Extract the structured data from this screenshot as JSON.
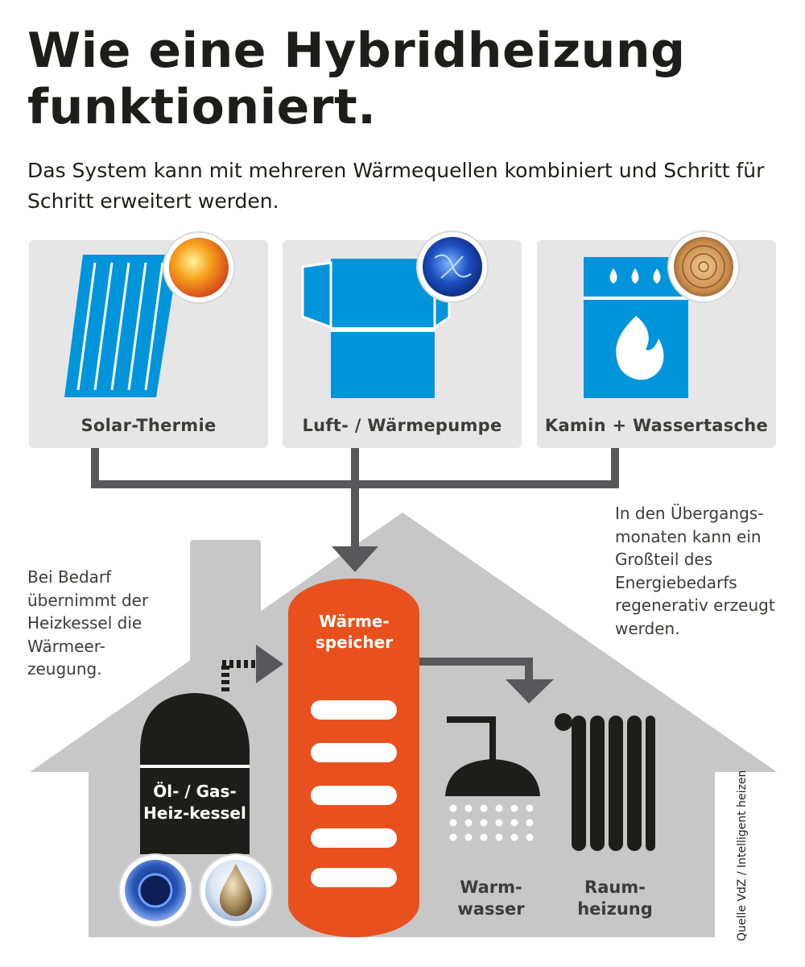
{
  "title": "Wie eine Hybridheizung funktioniert.",
  "subtitle": "Das System kann mit mehreren Wärmequellen kombiniert und Schritt für Schritt erweitert werden.",
  "sources": [
    {
      "label": "Solar-Thermie",
      "icon": "solar-panel-icon",
      "badge": "sun-badge-icon"
    },
    {
      "label": "Luft- / Wärmepumpe",
      "icon": "heat-pump-icon",
      "badge": "energy-badge-icon"
    },
    {
      "label": "Kamin + Wassertasche",
      "icon": "fireplace-icon",
      "badge": "wood-badge-icon"
    }
  ],
  "note_left": "Bei Bedarf übernimmt der Heizkessel die Wärmeer-zeugung.",
  "note_right": "In den Übergangs-monaten kann ein Großteil des Energiebedarfs regenerativ erzeugt werden.",
  "tank_label": "Wärme-speicher",
  "boiler_label": "Öl- / Gas-Heiz-kessel",
  "outputs": {
    "water": "Warm-wasser",
    "heating": "Raum-heizung"
  },
  "source_credit": "Quelle VdZ / Intelligent heizen",
  "colors": {
    "blue": "#0095db",
    "orange": "#e8501d",
    "house": "#c8c7c8",
    "panel": "#e7e6e6",
    "arrow": "#58585a",
    "dark": "#1d1d1b"
  }
}
